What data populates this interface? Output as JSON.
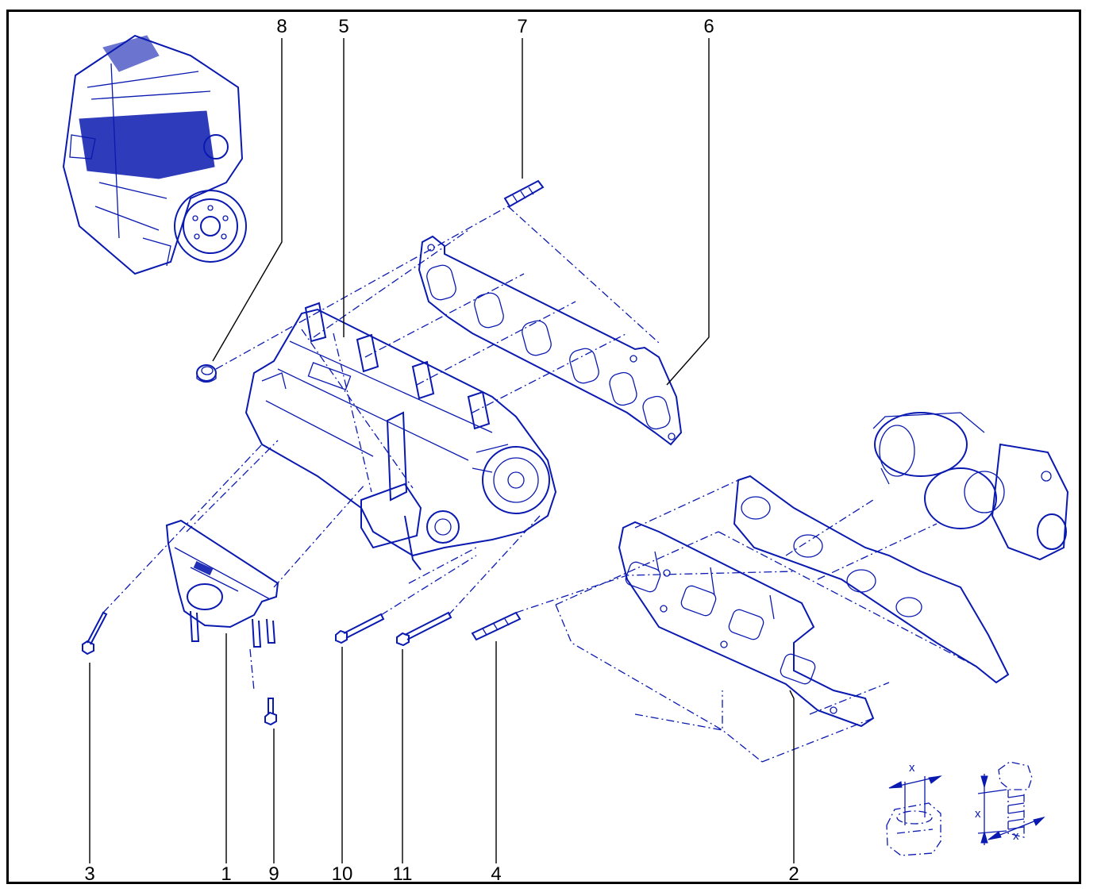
{
  "callouts": [
    {
      "id": "1",
      "text": "1"
    },
    {
      "id": "2",
      "text": "2"
    },
    {
      "id": "3",
      "text": "3"
    },
    {
      "id": "4",
      "text": "4"
    },
    {
      "id": "5",
      "text": "5"
    },
    {
      "id": "6",
      "text": "6"
    },
    {
      "id": "7",
      "text": "7"
    },
    {
      "id": "8",
      "text": "8"
    },
    {
      "id": "9",
      "text": "9"
    },
    {
      "id": "10",
      "text": "10"
    },
    {
      "id": "11",
      "text": "11"
    }
  ],
  "detail_marks": {
    "nut_x": "x",
    "bolt_x_left": "x",
    "bolt_x_bottom": "x"
  },
  "colors": {
    "line_art": "#0a1ab0",
    "leader_lines": "#000000",
    "frame": "#000000"
  }
}
